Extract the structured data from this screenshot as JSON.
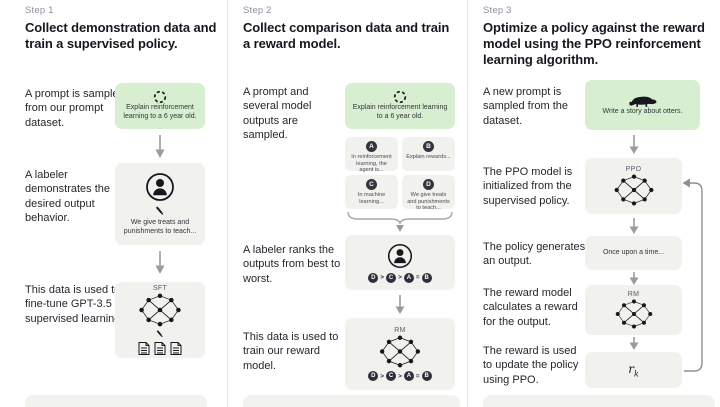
{
  "colors": {
    "prompt_box_green": "#d7efd0",
    "model_box_gray": "#f1f1ee",
    "ink": "#1c1c24",
    "muted_label": "#8e8ea0"
  },
  "step1": {
    "label": "Step 1",
    "heading": "Collect demonstration data and train a supervised policy.",
    "captions": {
      "prompt": "A prompt is sampled from our prompt dataset.",
      "labeler": "A labeler demonstrates the desired output behavior.",
      "finetune": "This data is used to fine-tune GPT-3.5 with supervised learning."
    },
    "prompt_text": "Explain reinforcement learning to a 6 year old.",
    "labeler_text": "We give treats and punishments to teach...",
    "sft_label": "SFT"
  },
  "step2": {
    "label": "Step 2",
    "heading": "Collect comparison data and train a reward model.",
    "captions": {
      "sampled": "A prompt and several model outputs are sampled.",
      "ranks": "A labeler ranks the outputs from best to worst.",
      "train": "This data is used to train our reward model."
    },
    "prompt_text": "Explain reinforcement learning to a 6 year old.",
    "outputs": [
      {
        "letter": "A",
        "text": "In reinforcement learning, the agent is..."
      },
      {
        "letter": "B",
        "text": "Explain rewards..."
      },
      {
        "letter": "C",
        "text": "In machine learning..."
      },
      {
        "letter": "D",
        "text": "We give treats and punishments to teach..."
      }
    ],
    "ranking": [
      "D",
      ">",
      "C",
      ">",
      "A",
      "=",
      "B"
    ],
    "rm_label": "RM"
  },
  "step3": {
    "label": "Step 3",
    "heading": "Optimize a policy against the reward model using the PPO reinforcement learning algorithm.",
    "captions": {
      "new_prompt": "A new prompt is sampled from the dataset.",
      "ppo_init": "The PPO model is initialized from the supervised policy.",
      "generates": "The policy generates an output.",
      "reward_calc": "The reward model calculates a reward for the output.",
      "reward_update": "The reward is used to update the policy using PPO."
    },
    "prompt_text": "Write a story about otters.",
    "ppo_label": "PPO",
    "output_text": "Once upon a time...",
    "rm_label": "RM",
    "reward_symbol": "r",
    "reward_subscript": "k"
  }
}
